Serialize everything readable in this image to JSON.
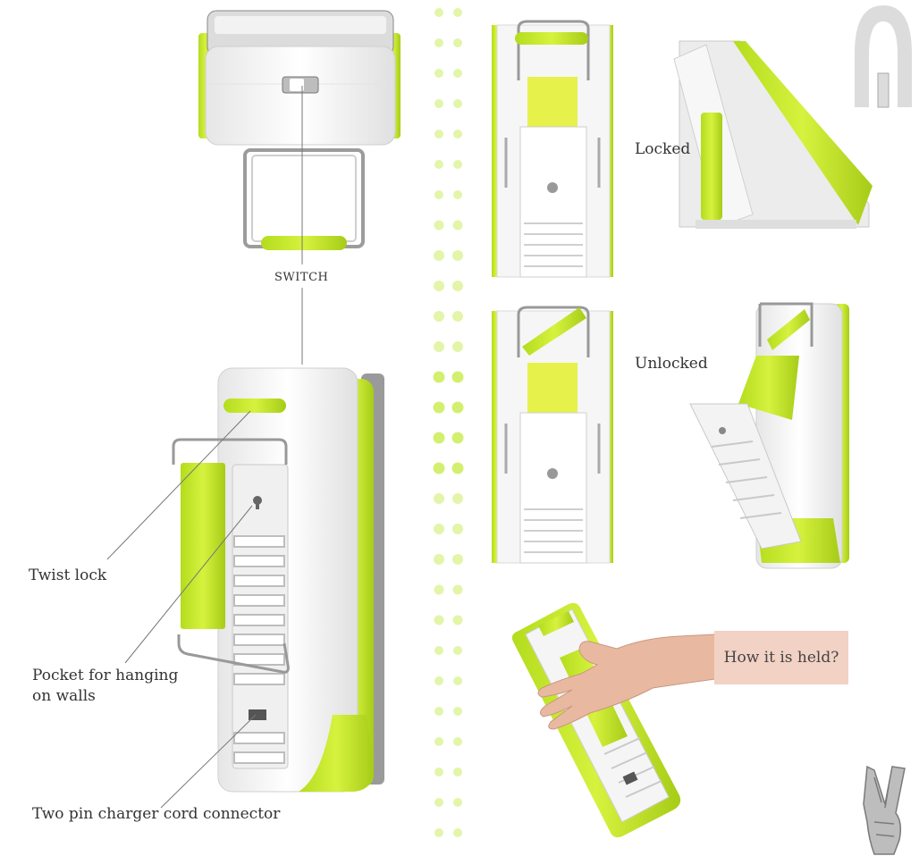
{
  "labels": {
    "switch": "SWITCH",
    "locked": "Locked",
    "unlocked": "Unlocked",
    "twist_lock": "Twist lock",
    "pocket_line1": "Pocket for hanging",
    "pocket_line2": "on walls",
    "charger": "Two pin charger cord connector",
    "how_held": "How it is held?"
  },
  "colors": {
    "accent": "#c8ec2a",
    "accent_dark": "#9cc41a",
    "body": "#f4f4f4",
    "frame": "#9a9a9a",
    "dots": "#dff3a0"
  },
  "icons": {
    "logo": "arch-logo-icon",
    "hand": "peace-hand-icon"
  }
}
